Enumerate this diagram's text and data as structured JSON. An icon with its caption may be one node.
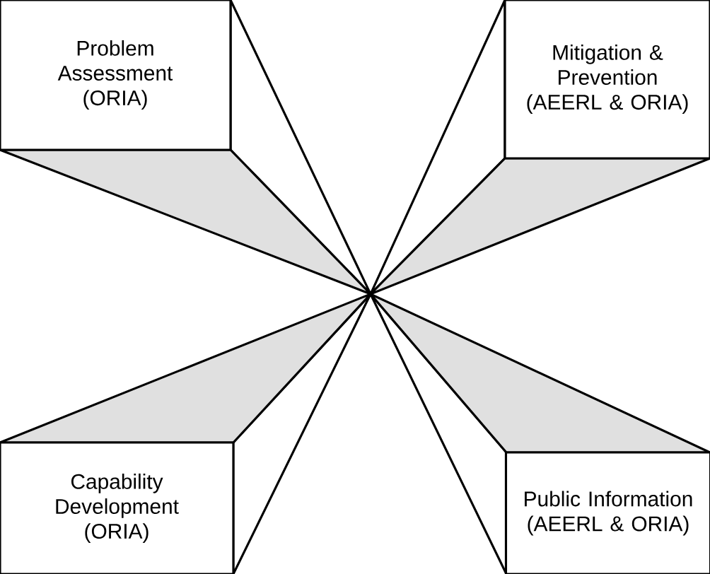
{
  "diagram": {
    "nodes": [
      {
        "text": [
          "Problem Assessment (ORIA)"
        ]
      },
      {
        "text": [
          "Mitigation & Prevention (AEERL & ORIA)"
        ]
      },
      {
        "text": [
          "Capability Development (ORIA)"
        ]
      },
      {
        "text": [
          "Public Information (AEERL & ORIA)"
        ]
      }
    ]
  }
}
